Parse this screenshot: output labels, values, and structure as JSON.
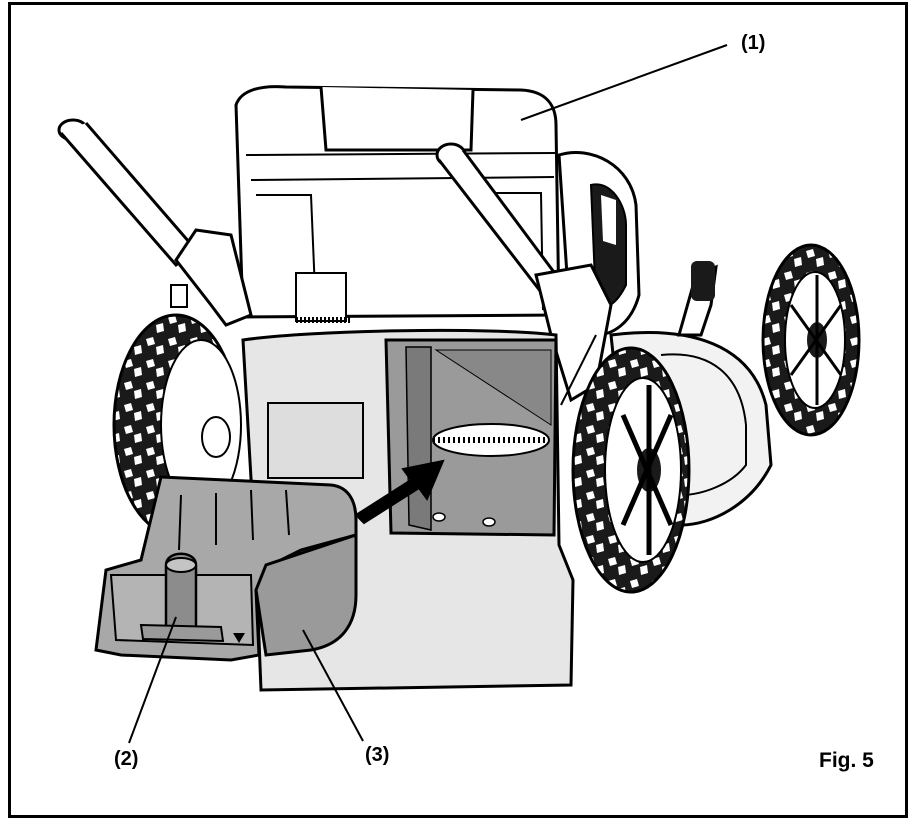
{
  "figure": {
    "label": "Fig. 5",
    "callouts": {
      "c1": "(1)",
      "c2": "(2)",
      "c3": "(3)"
    }
  },
  "colors": {
    "line": "#000000",
    "insert_fill": "#a8a8a8",
    "deck_fill": "#e6e6e6",
    "chute_fill": "#9a9a9a",
    "tire_fill": "#1a1a1a"
  }
}
